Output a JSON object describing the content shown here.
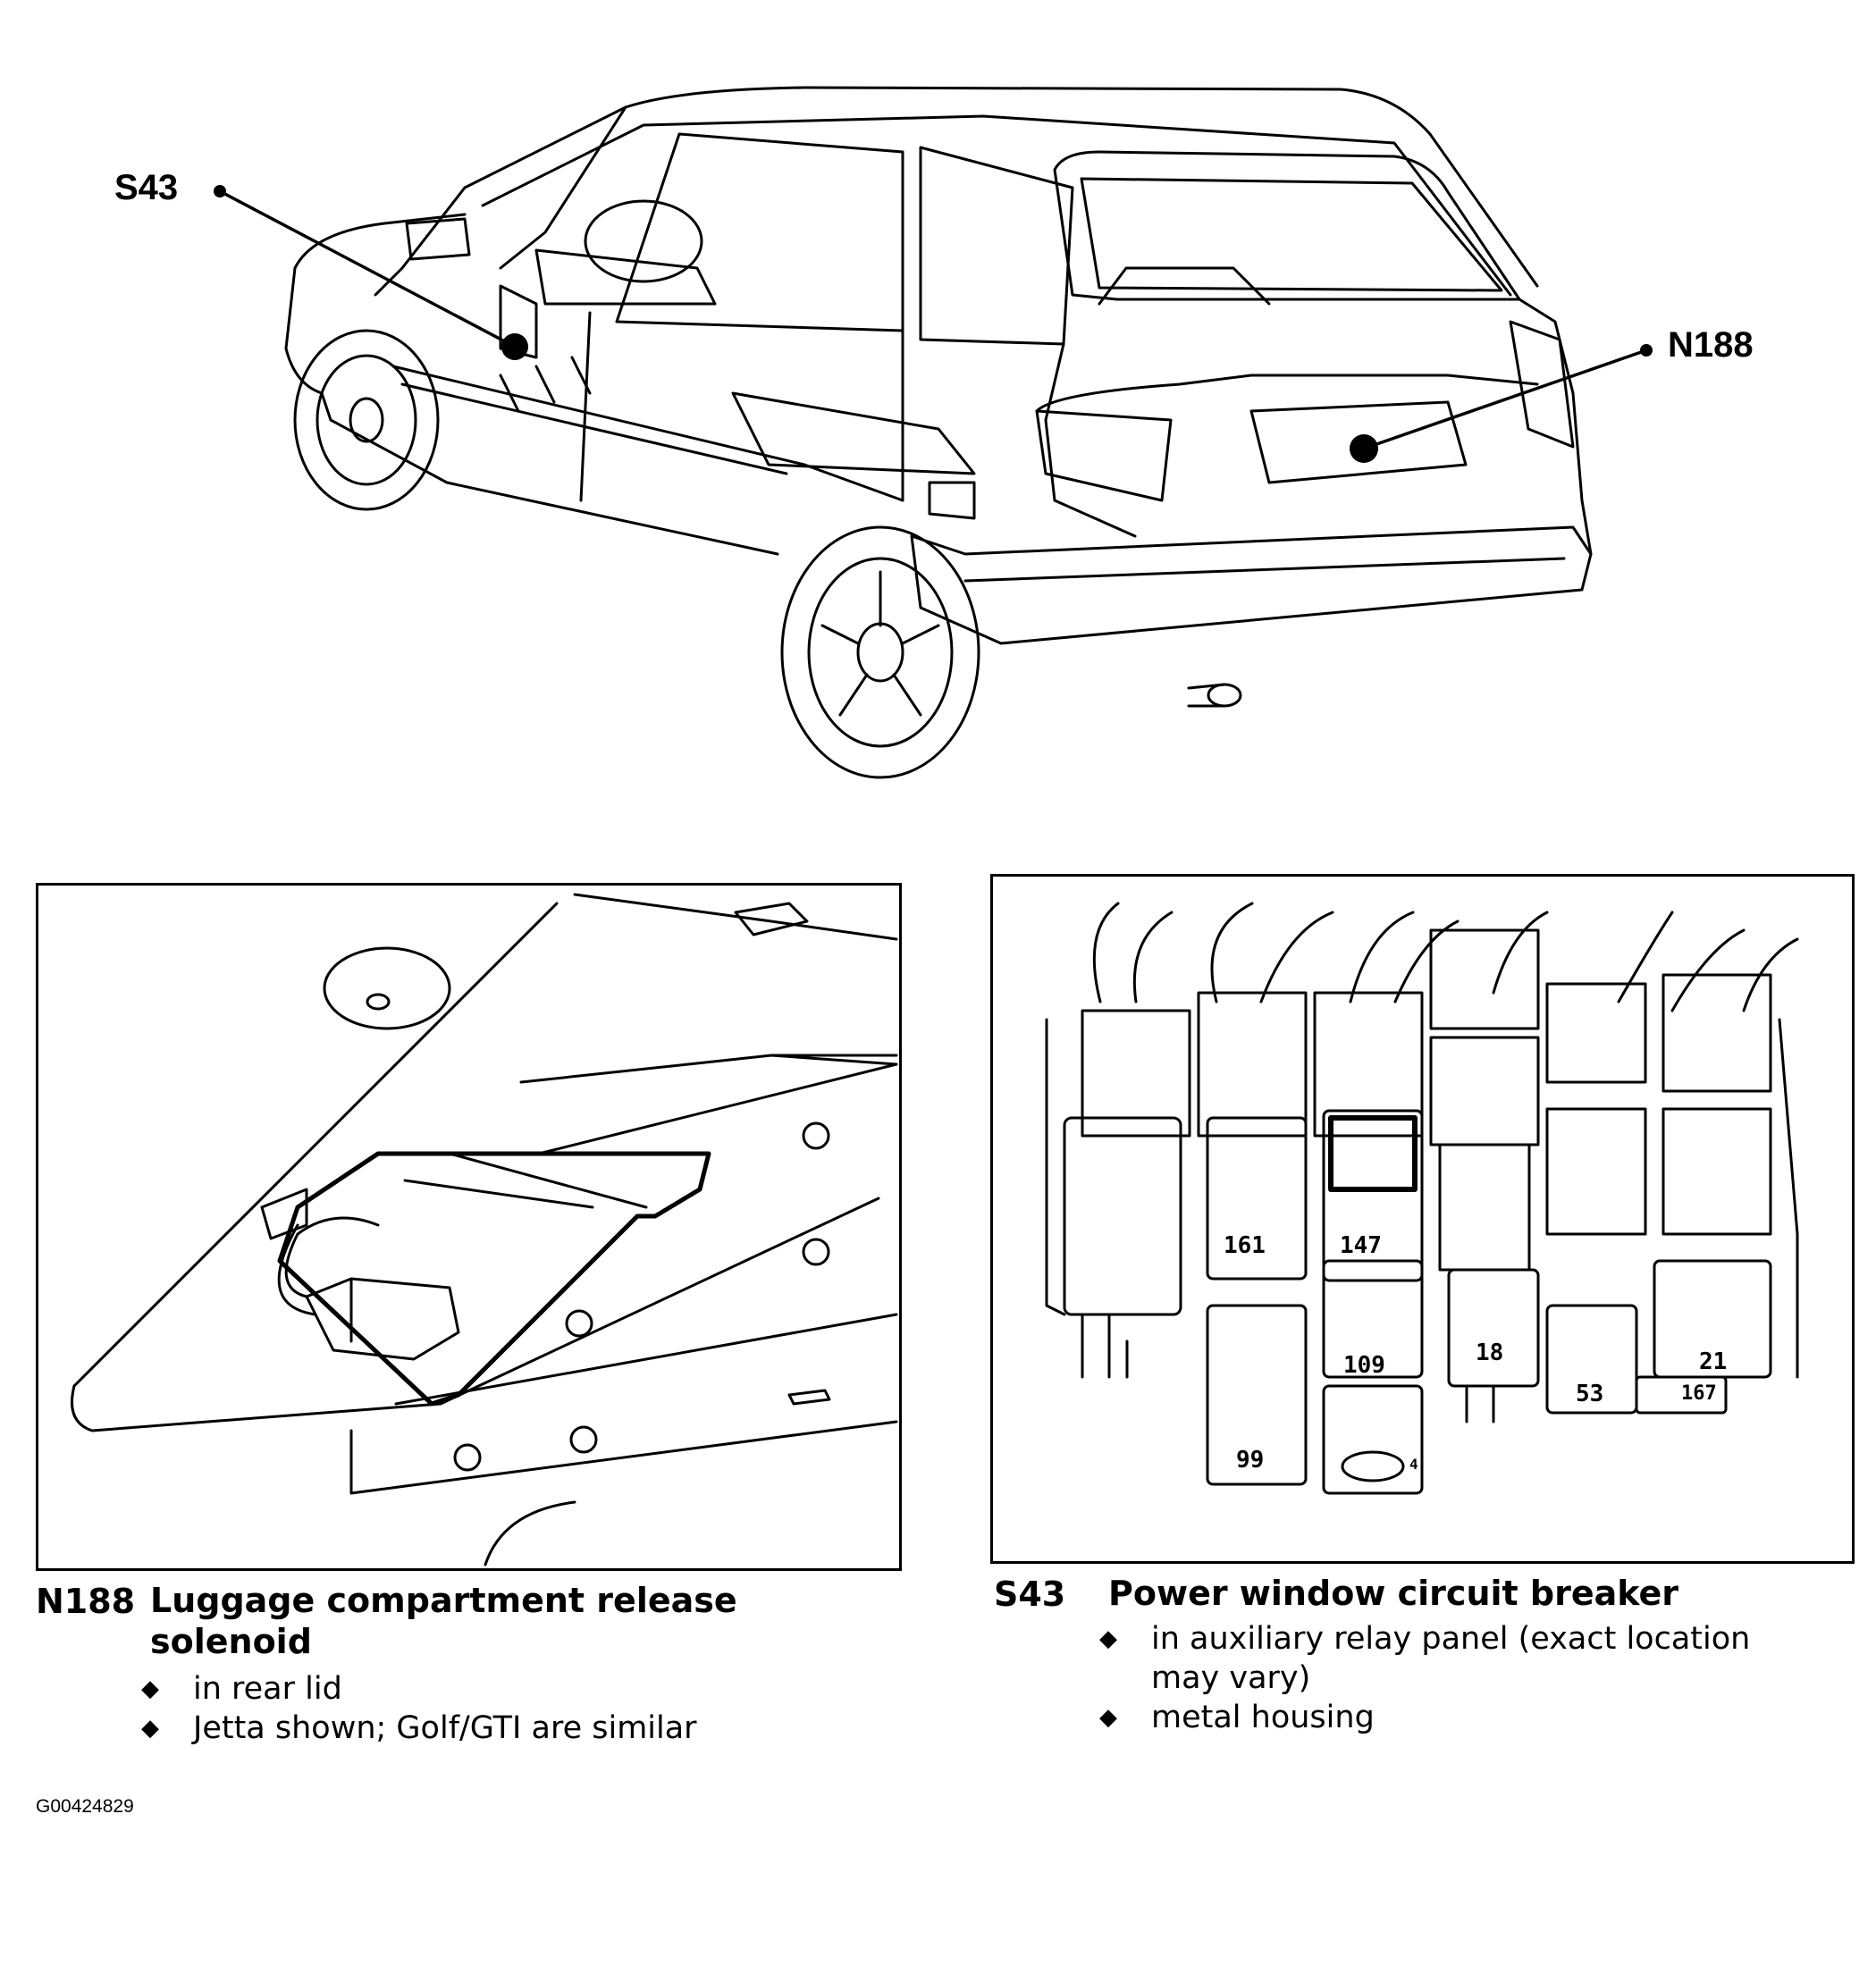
{
  "overview": {
    "callouts": {
      "s43": "S43",
      "n188": "N188"
    }
  },
  "left_panel": {
    "code": "N188",
    "title_line1": "Luggage compartment release",
    "title_line2": "solenoid",
    "bullets": [
      "in rear lid",
      "Jetta shown;  Golf/GTI are similar"
    ]
  },
  "right_panel": {
    "code": "S43",
    "title": "Power window circuit breaker",
    "bullets": [
      "in auxiliary relay panel (exact location",
      "may vary)",
      "metal housing"
    ],
    "relay_labels": [
      "161",
      "147",
      "109",
      "99",
      "18",
      "53",
      "21",
      "167",
      "4"
    ]
  },
  "figure_id": "G00424829",
  "icons": {
    "bullet": "diamond-bullet-icon",
    "callout_dot": "callout-dot-icon"
  }
}
